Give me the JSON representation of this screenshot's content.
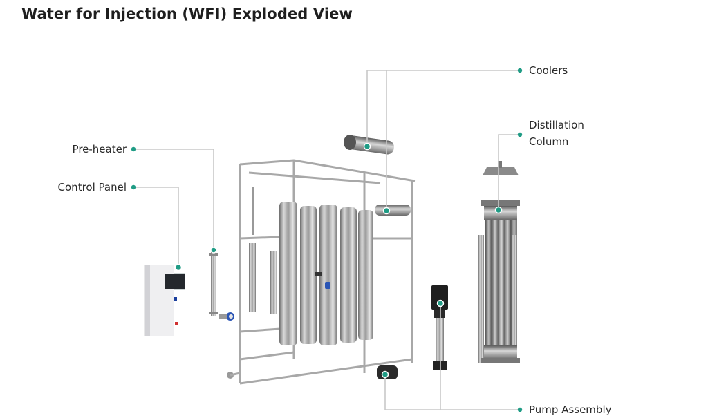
{
  "title": "Water for Injection (WFI) Exploded View",
  "accent_color": "#1f9c85",
  "leader_line_color": "#c8c8c8",
  "callouts": [
    {
      "id": "coolers",
      "label": "Coolers"
    },
    {
      "id": "distillation-column",
      "label_line1": "Distillation",
      "label_line2": "Column"
    },
    {
      "id": "pre-heater",
      "label": "Pre-heater"
    },
    {
      "id": "control-panel",
      "label": "Control Panel"
    },
    {
      "id": "pump-assembly",
      "label": "Pump Assembly"
    }
  ]
}
